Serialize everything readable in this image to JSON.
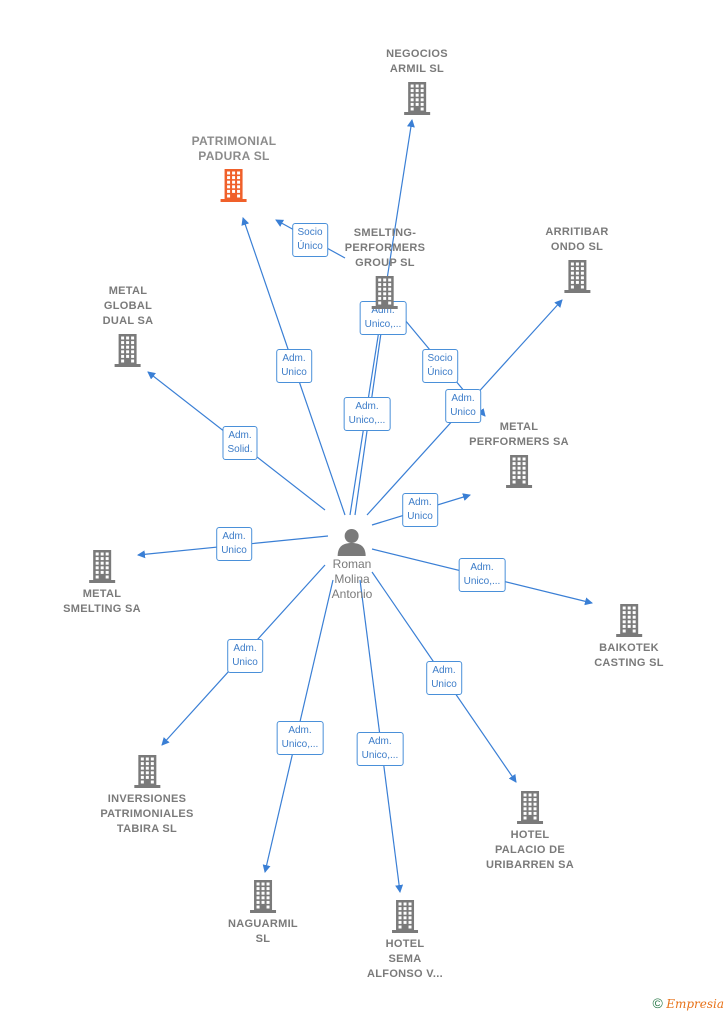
{
  "center": {
    "name_lines": [
      "Roman",
      "Molina",
      "Antonio"
    ]
  },
  "companies": [
    {
      "id": "patrimonial",
      "lines": [
        "PATRIMONIAL",
        "PADURA  SL"
      ],
      "highlight": true
    },
    {
      "id": "negocios",
      "lines": [
        "NEGOCIOS",
        "ARMIL  SL"
      ]
    },
    {
      "id": "smelting_perf",
      "lines": [
        "SMELTING-",
        "PERFORMERS",
        "GROUP  SL"
      ]
    },
    {
      "id": "arritibar",
      "lines": [
        "ARRITIBAR",
        "ONDO SL"
      ]
    },
    {
      "id": "metal_global",
      "lines": [
        "METAL",
        "GLOBAL",
        "DUAL SA"
      ]
    },
    {
      "id": "metal_perf",
      "lines": [
        "METAL",
        "PERFORMERS SA"
      ]
    },
    {
      "id": "metal_smelting",
      "lines": [
        "METAL",
        "SMELTING SA"
      ]
    },
    {
      "id": "baikotek",
      "lines": [
        "BAIKOTEK",
        "CASTING  SL"
      ]
    },
    {
      "id": "inversiones",
      "lines": [
        "INVERSIONES",
        "PATRIMONIALES",
        "TABIRA  SL"
      ]
    },
    {
      "id": "hotel_palacio",
      "lines": [
        "HOTEL",
        "PALACIO DE",
        "URIBARREN SA"
      ]
    },
    {
      "id": "naguarmil",
      "lines": [
        "NAGUARMIL",
        "SL"
      ]
    },
    {
      "id": "hotel_sema",
      "lines": [
        "HOTEL",
        "SEMA",
        "ALFONSO V..."
      ]
    }
  ],
  "relations": [
    {
      "from": "person",
      "to": "patrimonial",
      "lines": [
        "Adm.",
        "Unico"
      ]
    },
    {
      "from": "smelting_perf",
      "to": "patrimonial",
      "lines": [
        "Socio",
        "Único"
      ]
    },
    {
      "from": "person",
      "to": "negocios",
      "lines": [
        "Adm.",
        "Unico,..."
      ]
    },
    {
      "from": "person",
      "to": "smelting_perf",
      "lines": [
        "Adm.",
        "Unico,..."
      ]
    },
    {
      "from": "smelting_perf",
      "to": "metal_perf",
      "lines": [
        "Socio",
        "Único"
      ]
    },
    {
      "from": "person",
      "to": "arritibar",
      "lines": [
        "Adm.",
        "Unico"
      ]
    },
    {
      "from": "person",
      "to": "metal_global",
      "lines": [
        "Adm.",
        "Solid."
      ]
    },
    {
      "from": "person",
      "to": "metal_perf",
      "lines": [
        "Adm.",
        "Unico"
      ]
    },
    {
      "from": "person",
      "to": "metal_smelting",
      "lines": [
        "Adm.",
        "Unico"
      ]
    },
    {
      "from": "person",
      "to": "baikotek",
      "lines": [
        "Adm.",
        "Unico,..."
      ]
    },
    {
      "from": "person",
      "to": "inversiones",
      "lines": [
        "Adm.",
        "Unico"
      ]
    },
    {
      "from": "person",
      "to": "hotel_palacio",
      "lines": [
        "Adm.",
        "Unico"
      ]
    },
    {
      "from": "person",
      "to": "naguarmil",
      "lines": [
        "Adm.",
        "Unico,..."
      ]
    },
    {
      "from": "person",
      "to": "hotel_sema",
      "lines": [
        "Adm.",
        "Unico,..."
      ]
    }
  ],
  "colors": {
    "edge": "#3a7fd5",
    "icon": "#7a7a7a",
    "highlight_icon": "#f0602a",
    "tag_border": "#4a90d9",
    "tag_text": "#3c7cc8"
  },
  "copyright": {
    "symbol": "©",
    "brand": "Empresia"
  }
}
